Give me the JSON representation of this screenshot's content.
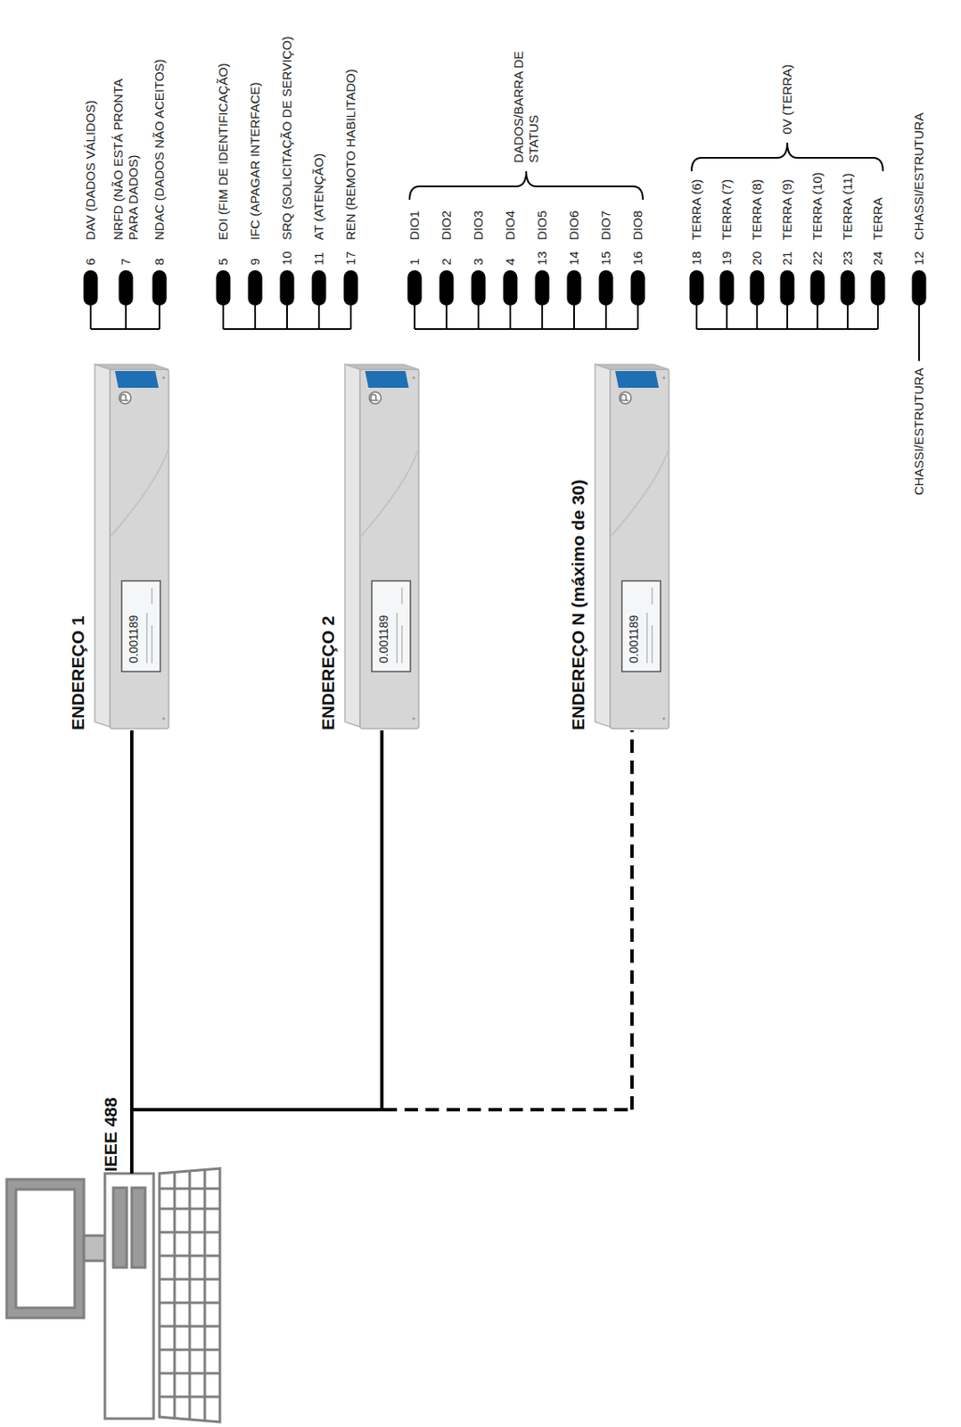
{
  "diagram": {
    "nodes": [
      {
        "text": [
          "ENDEREÇO 1",
          "0.001189"
        ]
      },
      {
        "text": [
          "ENDEREÇO 2",
          "0.001189"
        ]
      },
      {
        "text": [
          "ENDEREÇO N (máximo de 30)",
          "0.001189"
        ]
      }
    ],
    "labels": [
      "IEEE 488",
      "6",
      "DAV (DADOS VÁLIDOS)",
      "7",
      "NRFD (NÃO ESTÁ PRONTA PARA DADOS)",
      "8",
      "NDAC (DADOS NÃO ACEITOS)",
      "5",
      "EOI (FIM DE IDENTIFICAÇÃO)",
      "9",
      "IFC (APAGAR INTERFACE)",
      "10",
      "SRQ (SOLICITAÇÃO DE SERVIÇO)",
      "11",
      "AT (ATENÇÃO)",
      "17",
      "REN (REMOTO HABILITADO)",
      "1",
      "DIO1",
      "2",
      "DIO2",
      "3",
      "DIO3",
      "4",
      "DIO4",
      "13",
      "DIO5",
      "14",
      "DIO6",
      "15",
      "DIO7",
      "16",
      "DIO8",
      "DADOS/BARRA DE STATUS",
      "18",
      "TERRA (6)",
      "19",
      "TERRA (7)",
      "20",
      "TERRA (8)",
      "21",
      "TERRA (9)",
      "22",
      "TERRA (10)",
      "23",
      "TERRA (11)",
      "24",
      "TERRA",
      "0V (TERRA)",
      "CHASSI/ESTRUTURA",
      "12",
      "CHASSI/ESTRUTURA"
    ]
  }
}
